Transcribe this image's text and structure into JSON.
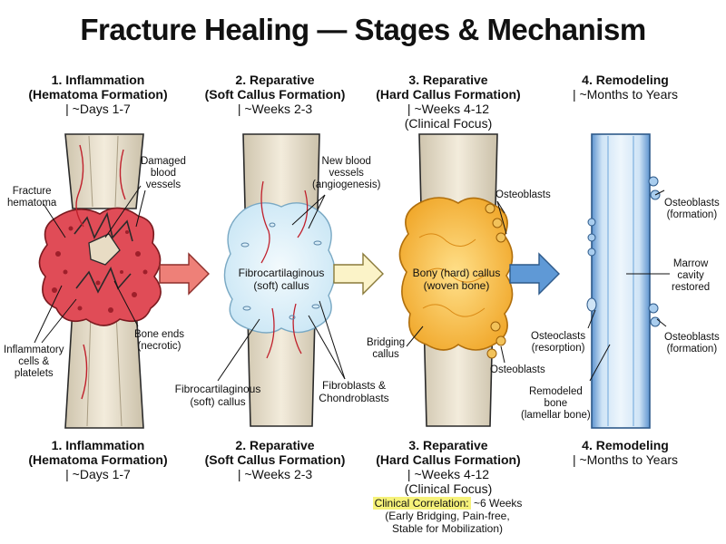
{
  "title": "Fracture Healing — Stages & Mechanism",
  "stages": [
    {
      "name": "1. Inflammation",
      "sub": "(Hematoma Formation)",
      "time": "| ~Days 1-7",
      "focus": ""
    },
    {
      "name": "2. Reparative",
      "sub": "(Soft Callus Formation)",
      "time": "| ~Weeks 2-3",
      "focus": ""
    },
    {
      "name": "3. Reparative",
      "sub": "(Hard Callus Formation)",
      "time": "| ~Weeks 4-12",
      "focus": "(Clinical Focus)"
    },
    {
      "name": "4. Remodeling",
      "sub": "",
      "time": "| ~Months to Years",
      "focus": ""
    }
  ],
  "labels": {
    "damaged_vessels": "Damaged\nblood\nvessels",
    "fracture_hematoma": "Fracture\nhematoma",
    "bone_ends": "Bone ends\n(necrotic)",
    "inflammatory_cells": "Inflammatory\ncells &\nplatelets",
    "new_vessels": "New blood\nvessels\n(angiogenesis)",
    "fibro_callus_center": "Fibrocartilaginous\n(soft) callus",
    "fibro_callus_bottom": "Fibrocartilaginous\n(soft) callus",
    "fibroblasts": "Fibroblasts &\nChondroblasts",
    "osteoblasts_top": "Osteoblasts",
    "bony_callus": "Bony (hard) callus\n(woven bone)",
    "bridging_callus": "Bridging\ncallus",
    "osteoblasts_bottom": "Osteoblasts",
    "osteoblasts_formation_top": "Osteoblasts\n(formation)",
    "marrow_cavity": "Marrow\ncavity\nrestored",
    "osteoclasts": "Osteoclasts\n(resorption)",
    "osteoblasts_formation_bottom": "Osteoblasts\n(formation)",
    "remodeled_bone": "Remodeled\nbone\n(lamellar bone)"
  },
  "clinical": {
    "label": "Clinical Correlation:",
    "value": "~6 Weeks",
    "detail": "(Early Bridging, Pain-free,\nStable for Mobilization)"
  },
  "colors": {
    "bone": "#ece4d2",
    "bone_outline": "#2a2a2a",
    "hematoma": "#e2515a",
    "soft_callus": "#d9eef8",
    "hard_callus": "#f4b63a",
    "remodel_blue": "#a9cdee",
    "arrow_red": "#ee8078",
    "arrow_yellow": "#fbf3c8",
    "arrow_blue": "#5f99d6",
    "highlight": "#f6f27a"
  }
}
